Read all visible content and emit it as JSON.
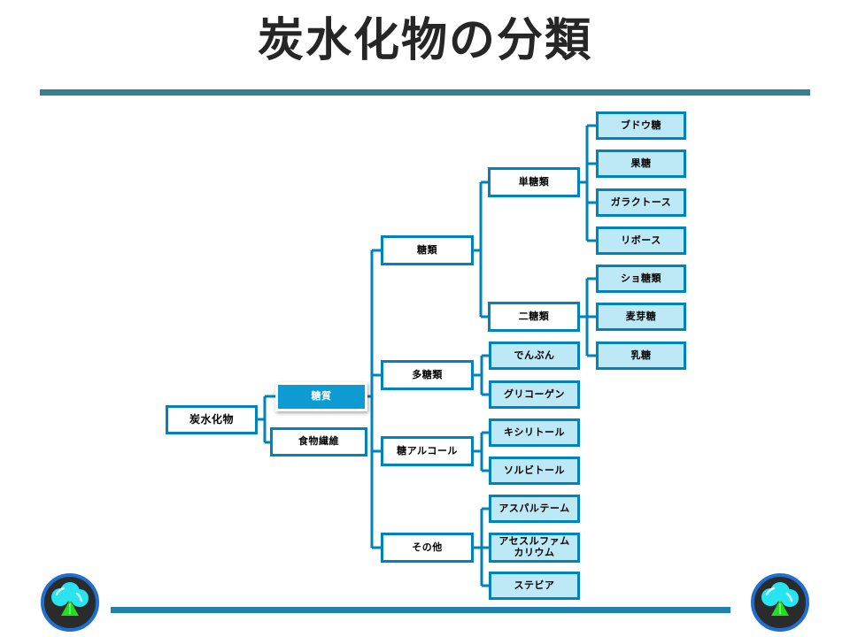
{
  "slide": {
    "title": "炭水化物の分類",
    "background_color": "#FFFFFF",
    "title_color": "#262626",
    "rule_top_color": "#35808F",
    "rule_bottom_color": "#2181AE"
  },
  "logos": {
    "left_name": "cloud-tree-logo",
    "right_name": "cloud-tree-logo",
    "ring_color": "#1F6FD0",
    "disc_color": "#2B2B2B",
    "cloud_color": "#28E4F0",
    "trunk_color": "#22DD22"
  },
  "diagram": {
    "type": "tree",
    "node_colors": {
      "border": "#0082BB",
      "plain_fill": "#FFFFFF",
      "leaf_fill": "#BDE9F7",
      "accent_fill": "#0D9BD4",
      "accent_text": "#FFFFFF",
      "text": "#000000"
    },
    "root": {
      "label": "炭水化物"
    },
    "level1": [
      {
        "label": "糖質",
        "style": "accent"
      },
      {
        "label": "食物繊維",
        "style": "plain"
      }
    ],
    "level2": [
      {
        "label": "糖類",
        "style": "plain"
      },
      {
        "label": "多糖類",
        "style": "plain"
      },
      {
        "label": "糖アルコール",
        "style": "plain"
      },
      {
        "label": "その他",
        "style": "plain"
      }
    ],
    "level3": [
      {
        "label": "単糖類",
        "style": "plain"
      },
      {
        "label": "二糖類",
        "style": "plain"
      }
    ],
    "leaves_monosaccharide": [
      {
        "label": "ブドウ糖"
      },
      {
        "label": "果糖"
      },
      {
        "label": "ガラクトース"
      },
      {
        "label": "リボース"
      }
    ],
    "leaves_disaccharide": [
      {
        "label": "ショ糖類"
      },
      {
        "label": "麦芽糖"
      },
      {
        "label": "乳糖"
      }
    ],
    "leaves_polysaccharide": [
      {
        "label": "でんぷん"
      },
      {
        "label": "グリコーゲン"
      }
    ],
    "leaves_sugar_alcohol": [
      {
        "label": "キシリトール"
      },
      {
        "label": "ソルビトール"
      }
    ],
    "leaves_other": [
      {
        "label": "アスパルテーム"
      },
      {
        "label": "アセスルファムカリウム"
      },
      {
        "label": "ステビア"
      }
    ]
  }
}
